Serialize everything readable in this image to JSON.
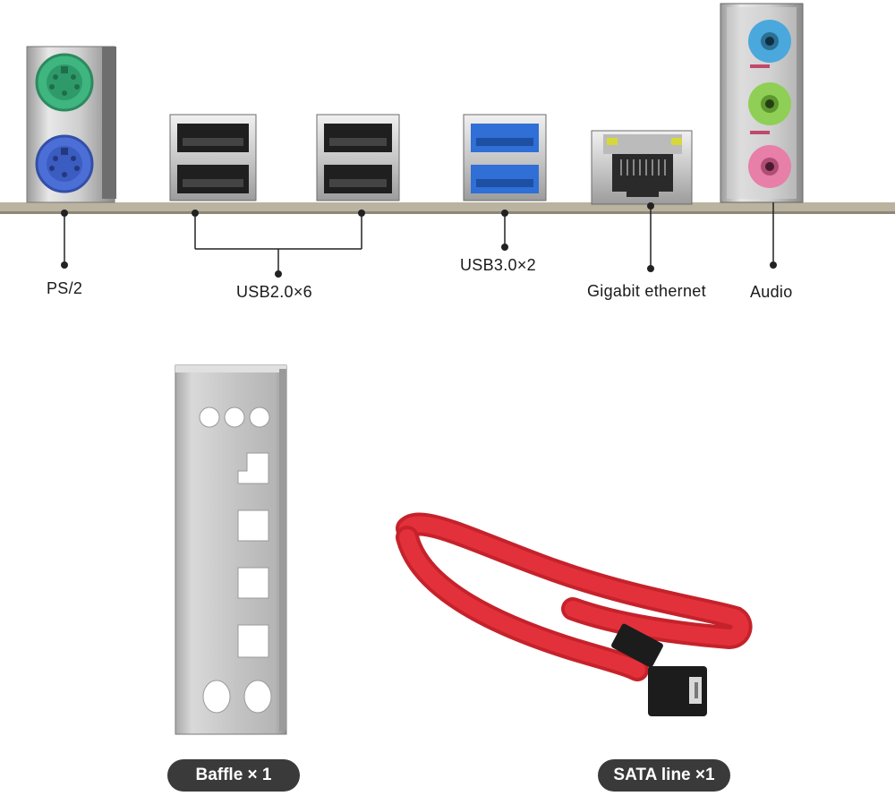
{
  "ports": {
    "ps2_label": "PS/2",
    "usb2_label": "USB2.0×6",
    "usb3_label": "USB3.0×2",
    "ethernet_label": "Gigabit ethernet",
    "audio_label": "Audio"
  },
  "accessories": {
    "baffle_label": "Baffle × 1",
    "sata_label": "SATA line ×1"
  },
  "colors": {
    "ps2_mouse": "#3fb57f",
    "ps2_keyboard": "#4b6fd6",
    "usb3_blue": "#2f6fd6",
    "audio_line_in": "#4aa8dc",
    "audio_line_out": "#8fcf55",
    "audio_mic": "#e77fa8",
    "sata_red": "#e3313b",
    "pill_bg": "#3a3a3a"
  }
}
